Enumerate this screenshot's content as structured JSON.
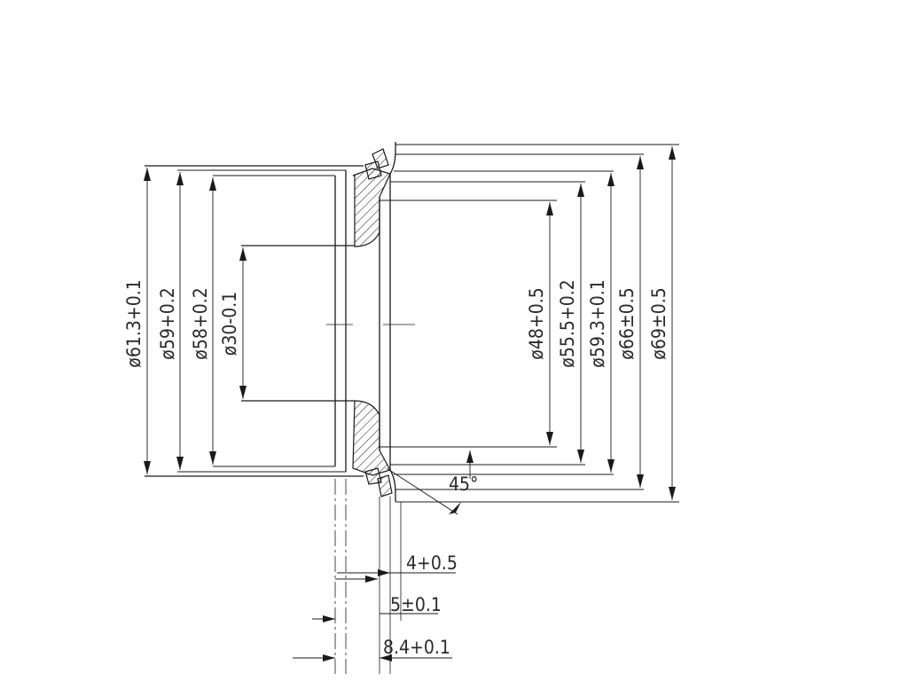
{
  "drawing": {
    "left_diameters": [
      "ø61.3+0.1",
      "ø59+0.2",
      "ø58+0.2",
      "ø30-0.1"
    ],
    "right_diameters": [
      "ø48+0.5",
      "ø55.5+0.2",
      "ø59.3+0.1",
      "ø66±0.5",
      "ø69±0.5"
    ],
    "angle": "45°",
    "axial_dims": [
      "4+0.5",
      "5±0.1",
      "8.4+0.1"
    ]
  }
}
